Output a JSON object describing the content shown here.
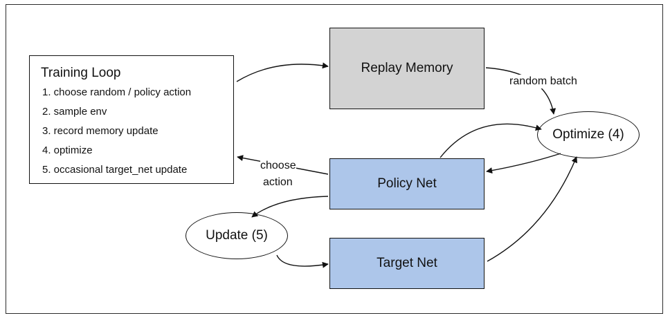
{
  "training_loop": {
    "title": "Training Loop",
    "steps": [
      "1. choose random / policy action",
      "2. sample env",
      "3. record memory update",
      "4. optimize",
      "5. occasional target_net update"
    ]
  },
  "nodes": {
    "replay_memory": "Replay Memory",
    "policy_net": "Policy Net",
    "target_net": "Target Net",
    "optimize": "Optimize (4)",
    "update": "Update (5)"
  },
  "edge_labels": {
    "random_batch": "random batch",
    "choose_action_1": "choose",
    "choose_action_2": "action"
  },
  "colors": {
    "replay_memory_fill": "#d3d3d3",
    "net_fill": "#adc6ea"
  }
}
